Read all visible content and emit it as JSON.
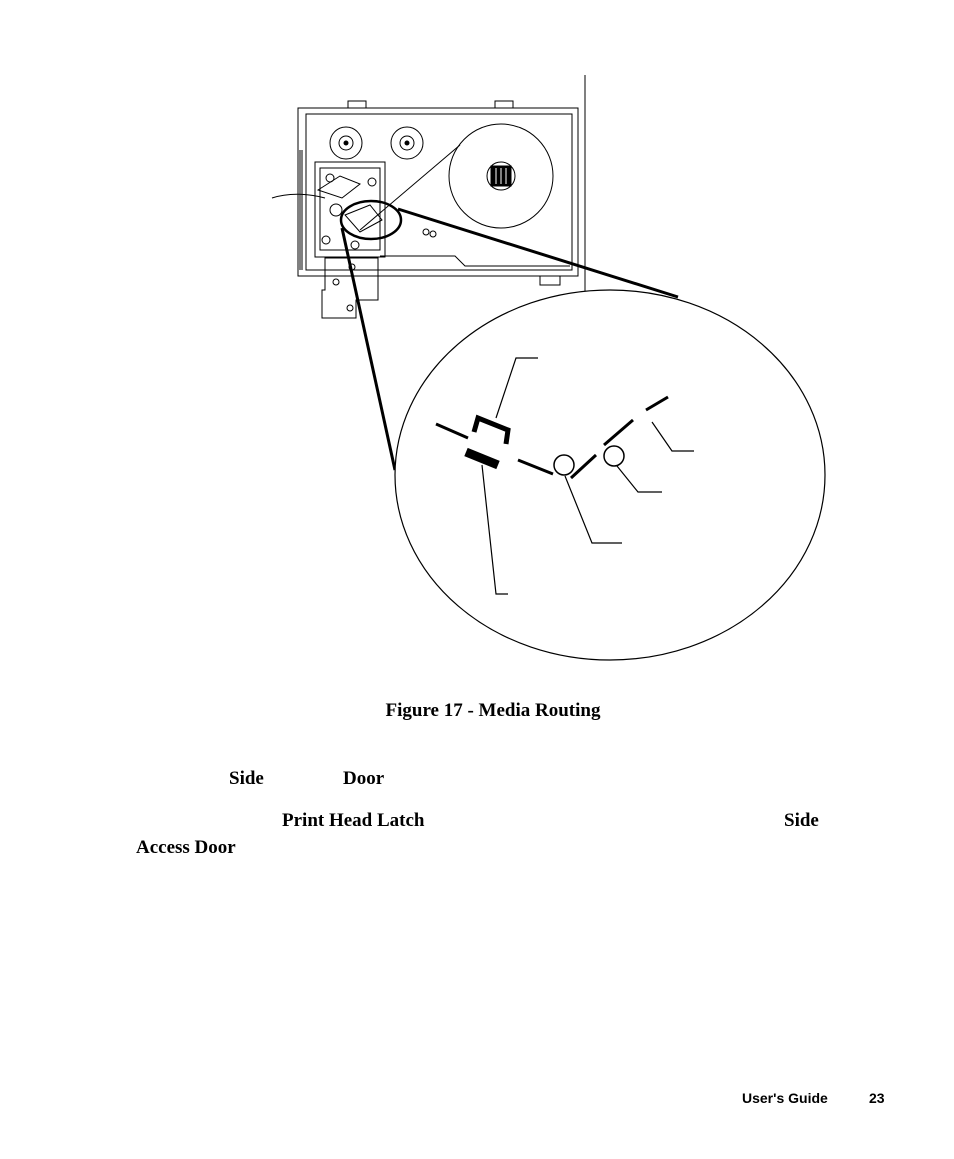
{
  "figure": {
    "caption": "Figure 17 - Media Routing"
  },
  "body_terms": {
    "side_1": "Side",
    "door_1": "Door",
    "print_head_latch": "Print Head Latch",
    "side_2": "Side",
    "access_door": "Access Door"
  },
  "footer": {
    "guide_label": "User's Guide",
    "page_number": "23"
  }
}
